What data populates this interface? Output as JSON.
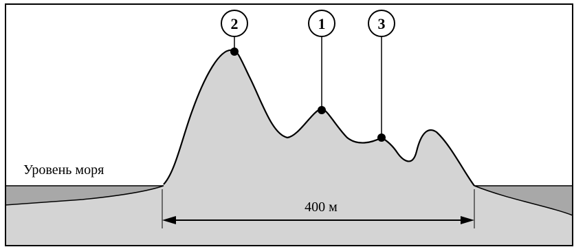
{
  "figure": {
    "sea_level_label": "Уровень моря",
    "distance_label": "400 м",
    "markers": [
      {
        "number": "1"
      },
      {
        "number": "2"
      },
      {
        "number": "3"
      }
    ]
  },
  "colors": {
    "land_fill": "#d4d4d4",
    "sea_fill": "#a8a8a8",
    "outline": "#000000",
    "background": "#ffffff"
  }
}
